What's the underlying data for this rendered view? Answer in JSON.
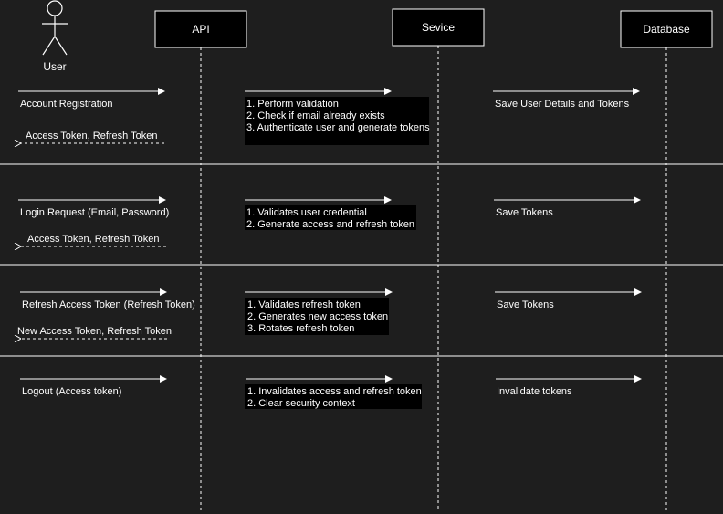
{
  "actors": {
    "user": "User",
    "api": "API",
    "service": "Sevice",
    "database": "Database"
  },
  "colors": {
    "background": "#1e1e1e",
    "line": "#ffffff",
    "label_bg": "#000000"
  },
  "sections": [
    {
      "request": "Account Registration",
      "response": "Access Token, Refresh Token",
      "service_steps": [
        "1. Perform validation",
        "2. Check if email already exists",
        "3. Authenticate user and generate tokens"
      ],
      "db_action": "Save User Details and Tokens"
    },
    {
      "request": "Login Request (Email, Password)",
      "response": "Access Token, Refresh Token",
      "service_steps": [
        "1. Validates user credential",
        "2. Generate access and refresh token"
      ],
      "db_action": "Save Tokens"
    },
    {
      "request": "Refresh Access Token (Refresh Token)",
      "response": "New Access Token, Refresh Token",
      "service_steps": [
        "1. Validates refresh token",
        "2. Generates new access token",
        "3. Rotates refresh token"
      ],
      "db_action": "Save Tokens"
    },
    {
      "request": "Logout (Access token)",
      "service_steps": [
        "1. Invalidates access and refresh token",
        "2. Clear security context"
      ],
      "db_action": "Invalidate tokens"
    }
  ]
}
